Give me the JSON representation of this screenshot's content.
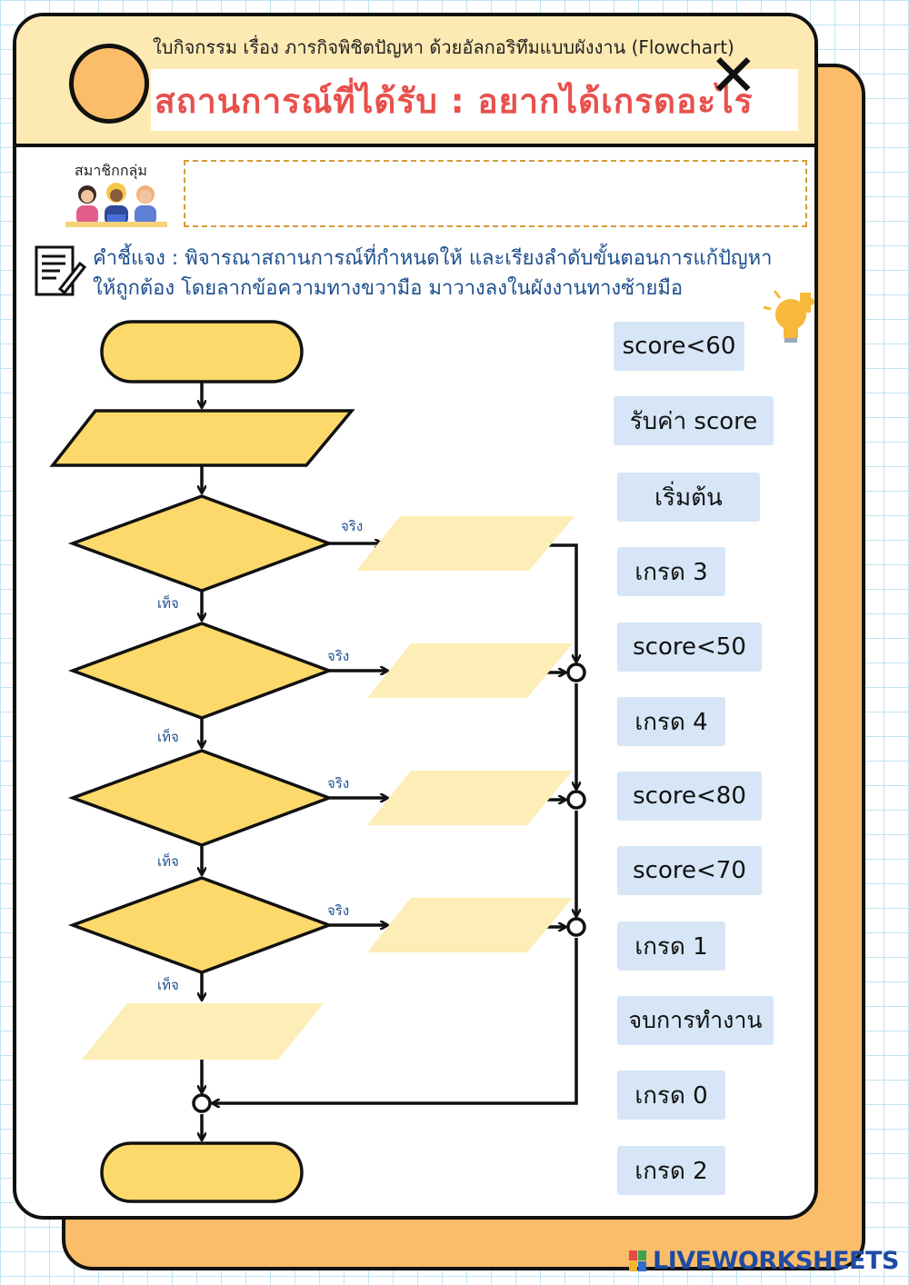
{
  "header": {
    "subtitle": "ใบกิจกรรม เรื่อง ภารกิจพิชิตปัญหา ด้วยอัลกอริทึมแบบผังงาน (Flowchart)",
    "title": "สถานการณ์ที่ได้รับ : อยากได้เกรดอะไร",
    "close_glyph": "✕"
  },
  "members": {
    "label": "สมาชิกกลุ่ม",
    "value": ""
  },
  "instructions": {
    "line1": "คำชี้แจง : พิจารณาสถานการณ์ที่กำหนดให้ และเรียงลำดับขั้นตอนการแก้ปัญหา",
    "line2": "ให้ถูกต้อง โดยลากข้อความทางขวามือ มาวางลงในผังงานทางซ้ายมือ"
  },
  "flowchart": {
    "true_label": "จริง",
    "false_label": "เท็จ"
  },
  "drag_items": [
    "score<60",
    "รับค่า score",
    "เริ่มต้น",
    "เกรด 3",
    "score<50",
    "เกรด 4",
    "score<80",
    "score<70",
    "เกรด 1",
    "จบการทำงาน",
    "เกรด 0",
    "เกรด 2"
  ],
  "footer": {
    "brand": "LIVEWORKSHEETS"
  },
  "colors": {
    "card_back": "#fbbd69",
    "header_band": "#fdeab3",
    "title": "#e8504c",
    "shape_fill": "#fcd96a",
    "drop_fill": "#fdedb6",
    "chip": "#d6e6f6",
    "instruction_text": "#1d4f8f"
  }
}
